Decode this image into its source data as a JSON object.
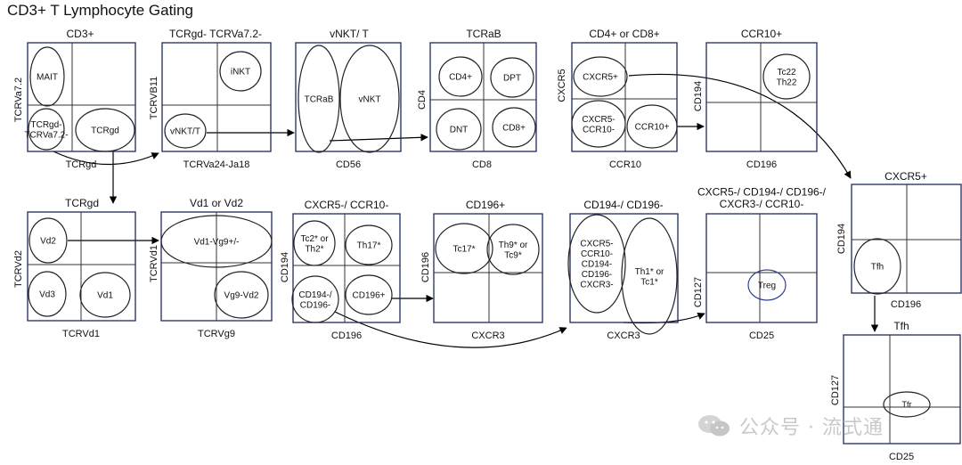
{
  "title": "CD3+ T Lymphocyte Gating",
  "watermark": "公众号 · 流式通",
  "colors": {
    "frame": "#1f2a5c",
    "line": "#000000",
    "treg_ellipse": "#2f3f8f"
  },
  "plots": [
    {
      "title": "CD3+",
      "xlabel": "TCRgd",
      "ylabel": "TCRVa7.2",
      "gates": [
        "MAIT",
        "TCRgd-\nTCRVa7.2-",
        "TCRgd"
      ]
    },
    {
      "title": "TCRgd- TCRVa7.2-",
      "xlabel": "TCRVa24-Ja18",
      "ylabel": "TCRVB11",
      "gates": [
        "iNKT",
        "vNKT/T"
      ]
    },
    {
      "title": "vNKT/ T",
      "xlabel": "CD56",
      "ylabel": "",
      "gates": [
        "TCRaB",
        "vNKT"
      ]
    },
    {
      "title": "TCRaB",
      "xlabel": "CD8",
      "ylabel": "CD4",
      "gates": [
        "CD4+",
        "DPT",
        "DNT",
        "CD8+"
      ]
    },
    {
      "title": "CD4+ or CD8+",
      "xlabel": "CCR10",
      "ylabel": "CXCR5",
      "gates": [
        "CXCR5+",
        "CXCR5-\nCCR10-",
        "CCR10+"
      ]
    },
    {
      "title": "CCR10+",
      "xlabel": "CD196",
      "ylabel": "CD194",
      "gates": [
        "Tc22\nTh22"
      ]
    },
    {
      "title": "CXCR5+",
      "xlabel": "CD196",
      "ylabel": "CD194",
      "gates": [
        "Tfh"
      ]
    },
    {
      "title": "TCRgd",
      "xlabel": "TCRVd1",
      "ylabel": "TCRVd2",
      "gates": [
        "Vd2",
        "Vd3",
        "Vd1"
      ]
    },
    {
      "title": "Vd1 or Vd2",
      "xlabel": "TCRVg9",
      "ylabel": "TCRVd1",
      "gates": [
        "Vd1-Vg9+/-",
        "Vg9-Vd2"
      ]
    },
    {
      "title": "CXCR5-/ CCR10-",
      "xlabel": "CD196",
      "ylabel": "CD194",
      "gates": [
        "Tc2* or\nTh2*",
        "Th17*",
        "CD194-/\nCD196-",
        "CD196+"
      ]
    },
    {
      "title": "CD196+",
      "xlabel": "CXCR3",
      "ylabel": "CD196",
      "gates": [
        "Tc17*",
        "Th9* or\nTc9*"
      ]
    },
    {
      "title": "CD194-/ CD196-",
      "xlabel": "CXCR3",
      "ylabel": "",
      "gates": [
        "CXCR5-\nCCR10-\nCD194-\nCD196-\nCXCR3-",
        "Th1* or\nTc1*"
      ]
    },
    {
      "title": "CXCR5-/ CD194-/ CD196-/\nCXCR3-/ CCR10-",
      "xlabel": "CD25",
      "ylabel": "CD127",
      "gates": [
        "Treg"
      ]
    },
    {
      "title": "Tfh",
      "xlabel": "CD25",
      "ylabel": "CD127",
      "gates": [
        "Tfr"
      ]
    }
  ]
}
